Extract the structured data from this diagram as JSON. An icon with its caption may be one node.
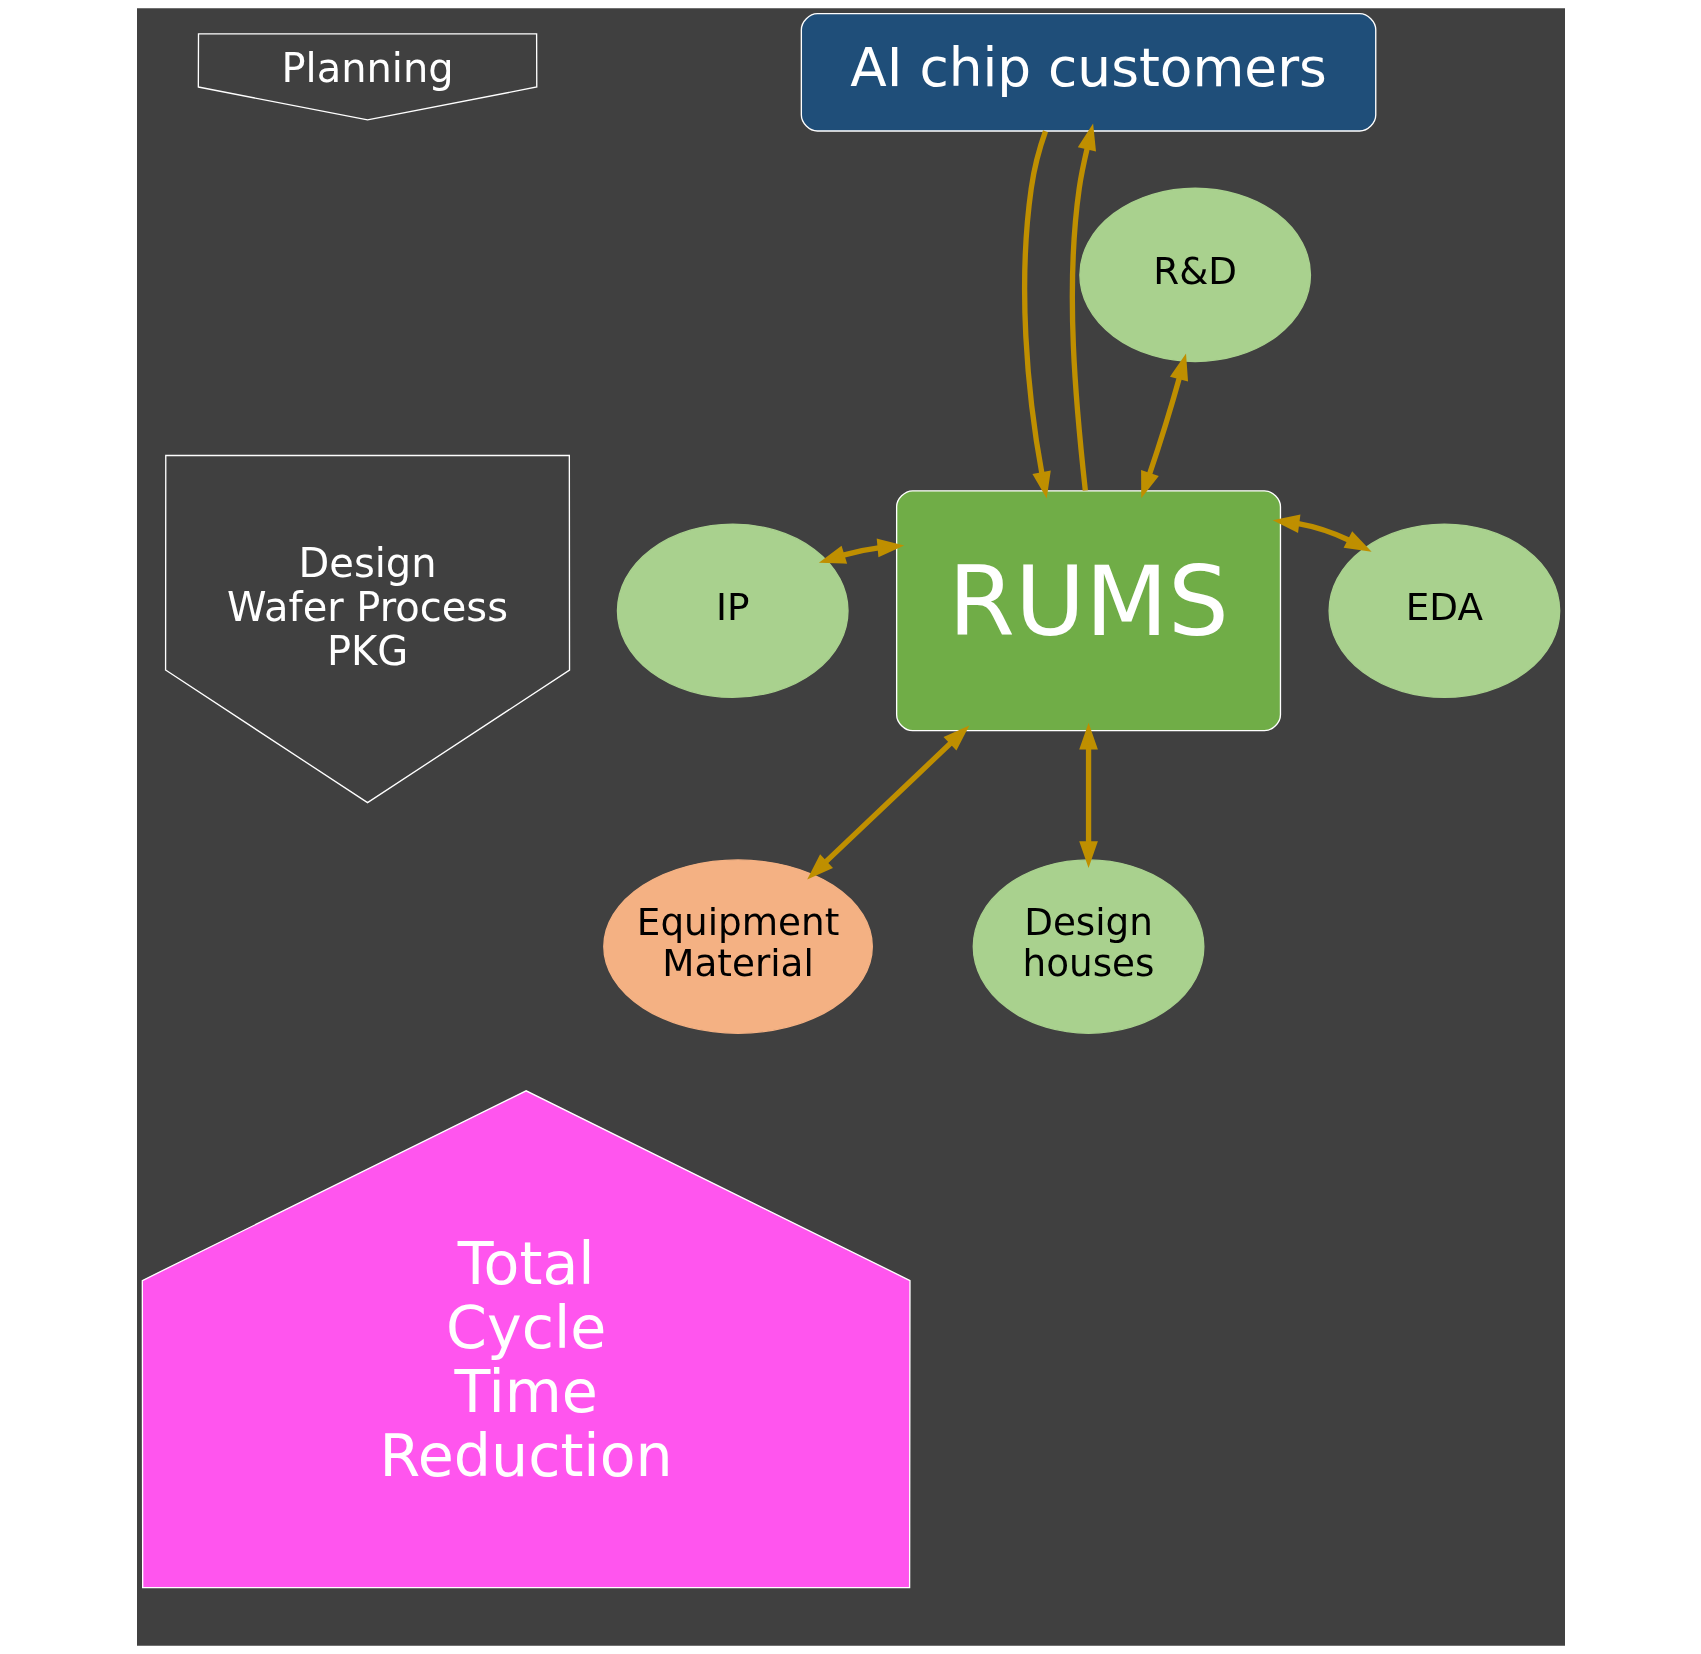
{
  "diagram": {
    "nodes": [
      {
        "text": [
          "Planning"
        ]
      },
      {
        "text": [
          "Design",
          "Wafer Process",
          "PKG"
        ]
      },
      {
        "text": [
          "AI chip customers"
        ]
      },
      {
        "text": [
          "RUMS"
        ]
      },
      {
        "text": [
          "R&D"
        ]
      },
      {
        "text": [
          "IP"
        ]
      },
      {
        "text": [
          "EDA"
        ]
      },
      {
        "text": [
          "Equipment Material"
        ]
      },
      {
        "text": [
          "Design houses"
        ]
      },
      {
        "text": [
          "Total Cycle Time Reduction"
        ]
      }
    ],
    "edges": [
      {
        "from": 3,
        "to": 2,
        "arrow": "to"
      },
      {
        "from": 2,
        "to": 3,
        "arrow": "to"
      },
      {
        "from": 3,
        "to": 4,
        "arrow": "both"
      },
      {
        "from": 3,
        "to": 5,
        "arrow": "both"
      },
      {
        "from": 3,
        "to": 6,
        "arrow": "both"
      },
      {
        "from": 3,
        "to": 7,
        "arrow": "both"
      },
      {
        "from": 3,
        "to": 8,
        "arrow": "both"
      }
    ]
  }
}
